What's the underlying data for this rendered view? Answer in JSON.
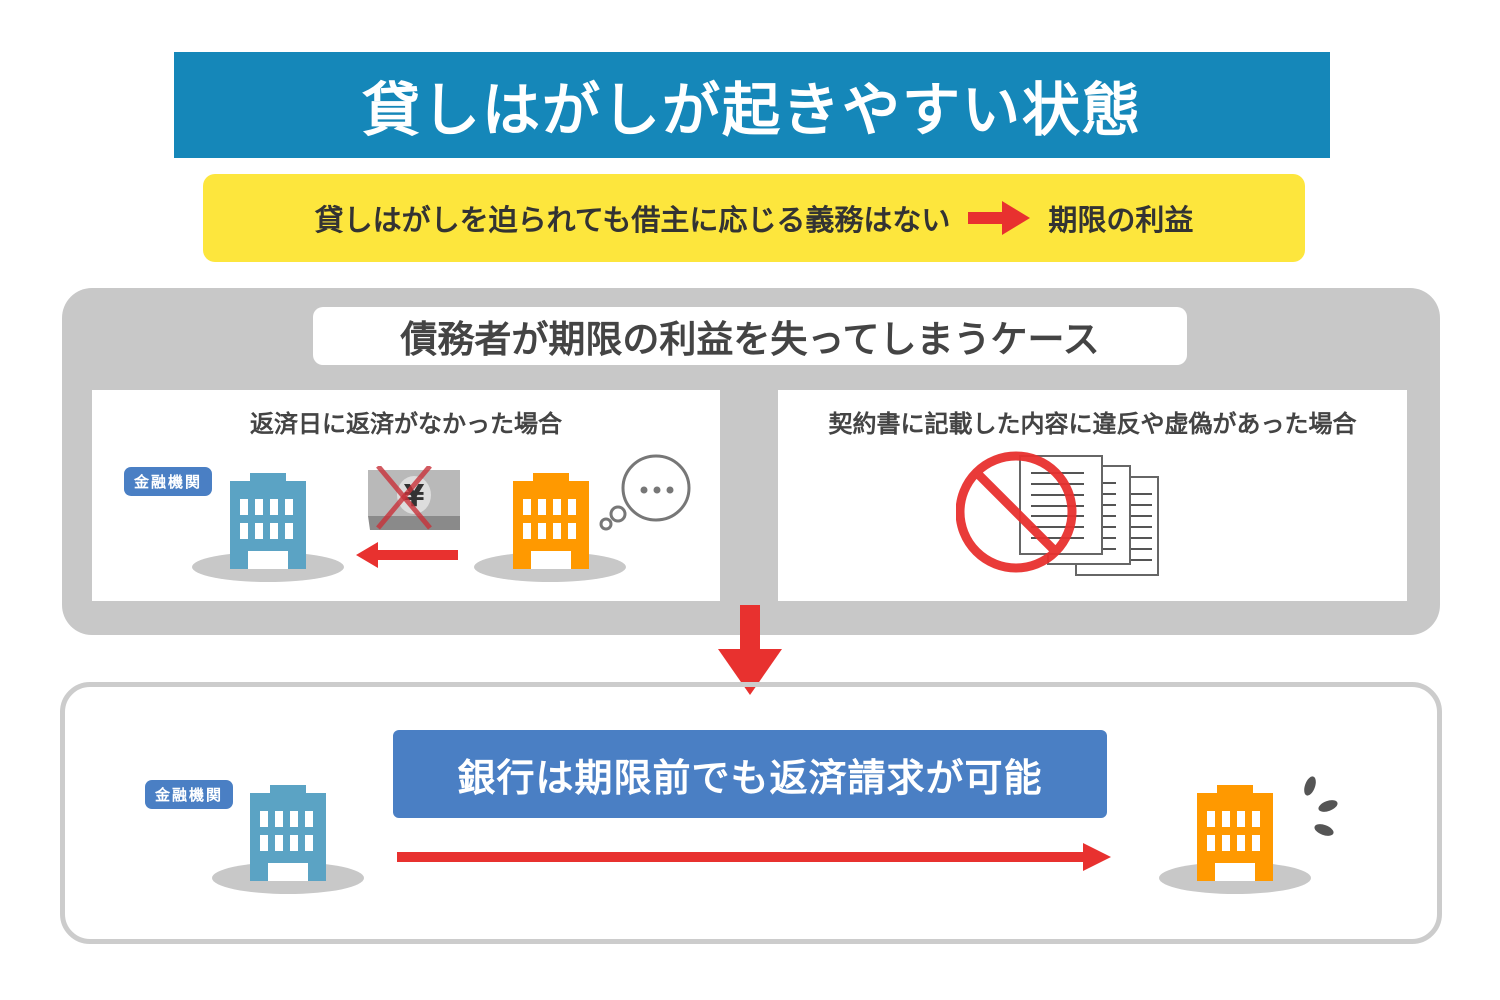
{
  "title": "貸しはがしが起きやすい状態",
  "banner": {
    "left_text": "貸しはがしを迫られても借主に応じる義務はない",
    "right_text": "期限の利益"
  },
  "panel": {
    "heading": "債務者が期限の利益を失ってしまうケース",
    "cases": [
      {
        "title": "返済日に返済がなかった場合",
        "badge": "金融機関",
        "yen": "¥"
      },
      {
        "title": "契約書に記載した内容に違反や虚偽があった場合"
      }
    ]
  },
  "result": {
    "text": "銀行は期限前でも返済請求が可能",
    "badge": "金融機関"
  },
  "colors": {
    "title_bg": "#1587b9",
    "banner_bg": "#fde63d",
    "arrow": "#e8312f",
    "bank": "#5ba3c4",
    "debtor": "#ff9900",
    "label_bg": "#4a7fc4"
  }
}
